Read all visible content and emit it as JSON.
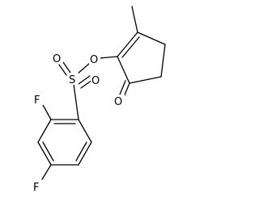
{
  "molecule": {
    "atoms": {
      "f_top": "F",
      "f_bottom": "F",
      "sulfur": "S",
      "o_sulfonyl_top": "O",
      "o_sulfonyl_bottom": "O",
      "o_ester": "O",
      "o_ketone": "O"
    }
  },
  "colors": {
    "bond": "#000000",
    "background": "#ffffff"
  }
}
